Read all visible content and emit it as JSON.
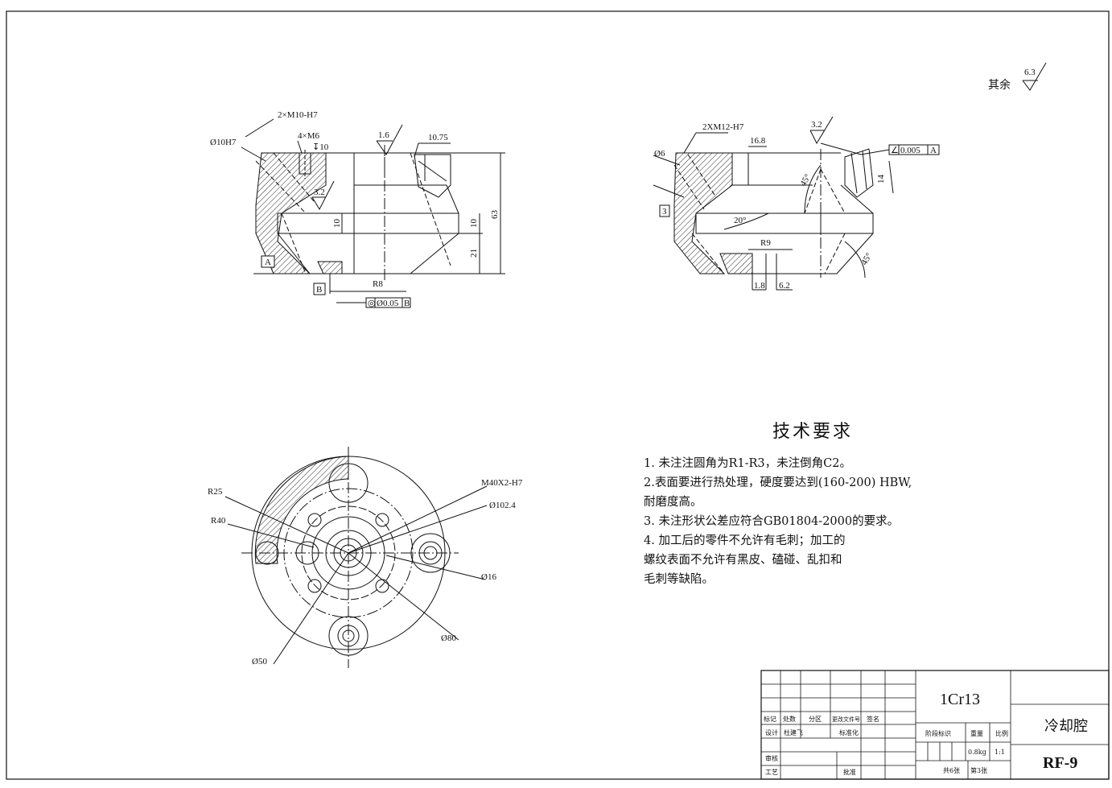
{
  "roughness": {
    "other_label": "其余",
    "other_value": "6.3"
  },
  "front_view": {
    "thread_holes": "2×M10-H7",
    "bore": "Ø10H7",
    "small_holes": "4×M6",
    "depth_sym": "↧10",
    "top_rough": "1.6",
    "inner_rough": "3.2",
    "bevel_len": "10.75",
    "height_total": "63",
    "height_mid": "10",
    "height_mid2": "10",
    "height_low": "21",
    "datum_a": "A",
    "datum_b": "B",
    "radius": "R8",
    "tol_symbol": "◎",
    "tol_value": "Ø0.05",
    "tol_datum": "B"
  },
  "side_view": {
    "thread_holes": "2XM12-H7",
    "bore": "Ø6",
    "chamfer_3": "3",
    "width_168": "16.8",
    "rough": "3.2",
    "angle_45a": "45°",
    "angle_20": "20°",
    "angle_45b": "45°",
    "radius": "R9",
    "dim_18": "1.8",
    "dim_62": "6.2",
    "len_14": "14",
    "tol_symbol": "∠",
    "tol_value": "0.005",
    "tol_datum": "A"
  },
  "plan_view": {
    "r25": "R25",
    "r40": "R40",
    "thread": "M40X2-H7",
    "d1024": "Ø102.4",
    "d16": "Ø16",
    "d80": "Ø80",
    "d50": "Ø50"
  },
  "tech_req": {
    "title": "技术要求",
    "items": [
      "1. 未注注圆角为R1-R3，未注倒角C2。",
      "2.表面要进行热处理，硬度要达到(160-200) HBW,",
      "耐磨度高。",
      "3. 未注形状公差应符合GB01804-2000的要求。",
      "4. 加工后的零件不允许有毛刺；加工的",
      "螺纹表面不允许有黑皮、磕碰、乱扣和",
      "毛刺等缺陷。"
    ]
  },
  "title_block": {
    "material": "1Cr13",
    "part_name": "冷却腔",
    "drawing_no": "RF-9",
    "hdr_mark": "标记",
    "hdr_count": "处数",
    "hdr_zone": "分区",
    "hdr_doc": "更改文件号",
    "hdr_sign": "签名",
    "design": "设计",
    "designer": "杜建飞",
    "standard": "标准化",
    "stage": "阶段标识",
    "weight_label": "重量",
    "scale_label": "比例",
    "weight": "0.8kg",
    "scale": "1:1",
    "review": "审核",
    "process": "工艺",
    "approve": "批准",
    "total_sheets": "共6张",
    "sheet_no": "第3张"
  }
}
